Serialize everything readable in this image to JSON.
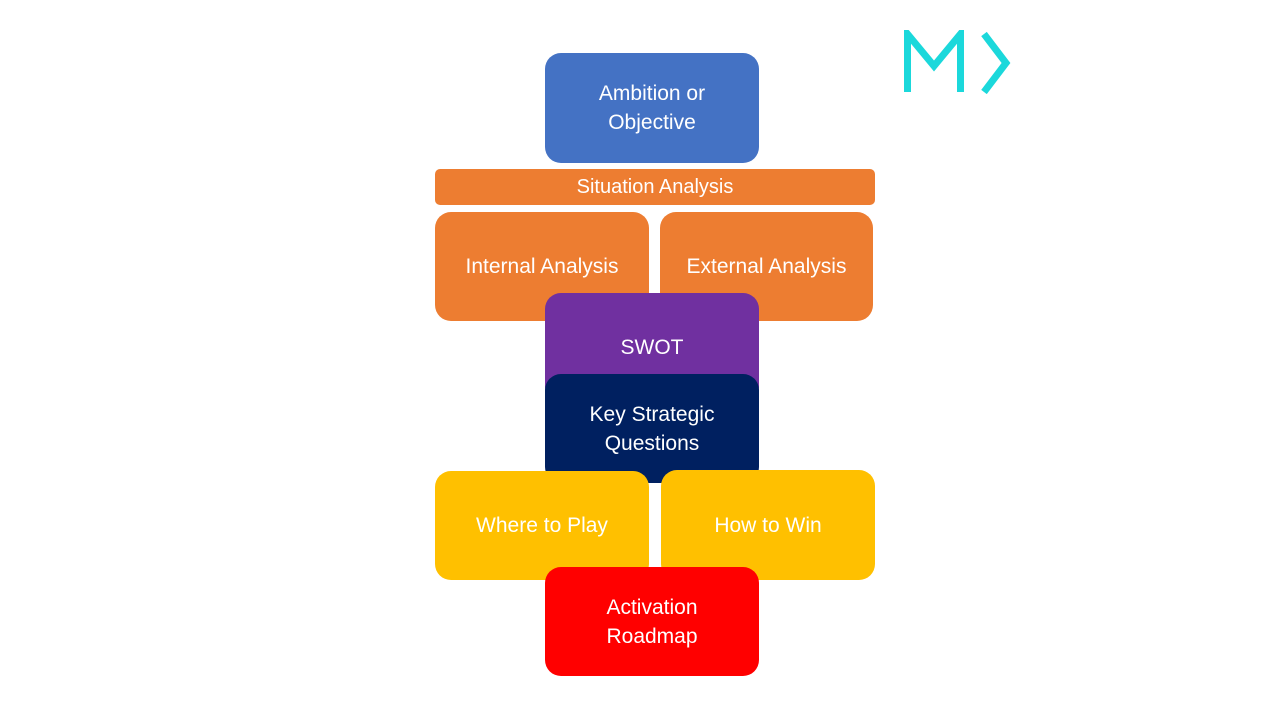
{
  "colors": {
    "blue": "#4472c4",
    "orange": "#ed7d31",
    "purple": "#7030a0",
    "navy": "#002060",
    "gold": "#ffc000",
    "red": "#ff0000",
    "logo_teal": "#1bd8db"
  },
  "logo": {
    "icon": "md-logo-icon"
  },
  "boxes": {
    "ambition": "Ambition or\nObjective",
    "situation": "Situation Analysis",
    "internal": "Internal Analysis",
    "external": "External Analysis",
    "swot": "SWOT",
    "ksq": "Key Strategic\nQuestions",
    "where": "Where to Play",
    "how": "How to Win",
    "activation": "Activation\nRoadmap"
  }
}
